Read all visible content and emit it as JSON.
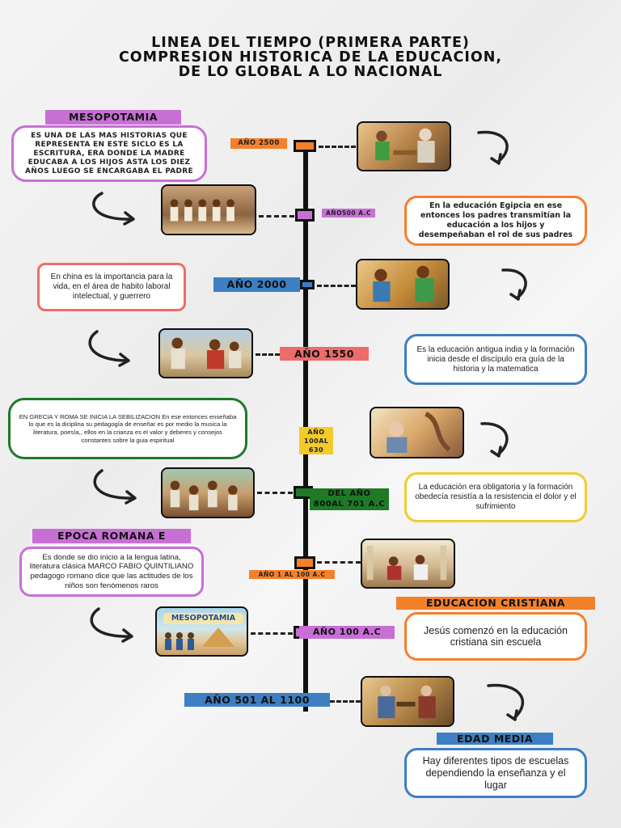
{
  "title": {
    "line1": "LINEA DEL TIEMPO (PRIMERA PARTE)",
    "line2": "COMPRESION HISTORICA DE LA EDUCACION,",
    "line3": "DE LO GLOBAL A LO NACIONAL"
  },
  "headers": {
    "mesopotamia": "MESOPOTAMIA",
    "epoca_romana": "EPOCA ROMANA E",
    "educacion_cristiana": "EDUCACION CRISTIANA",
    "edad_media": "EDAD MEDIA"
  },
  "timeline": {
    "anio_2500": "AÑO 2500",
    "anio_500": "AÑO500 A.C",
    "anio_2000": "AÑO 2000",
    "anio_1550": "AÑO 1550",
    "anio_100al630": "AÑO 100AL 630",
    "del_anio_800": "DEL AÑO 800AL 701 A.C",
    "anio_1_al_100": "AÑO 1 AL 100 A.C",
    "anio_100ac": "AÑO 100 A.C",
    "anio_501": "AÑO 501 AL 1100"
  },
  "boxes": {
    "mesopotamia_text": "ES UNA DE LAS MAS HISTORIAS QUE REPRESENTA EN ESTE SICLO ES LA ESCRITURA, ERA DONDE LA MADRE EDUCABA A LOS HIJOS ASTA LOS DIEZ AÑOS LUEGO SE ENCARGABA EL PADRE",
    "egipcia_text": "En la educación Egipcia en ese entonces los padres transmitían la educación a los hijos y desempeñaban el rol de sus padres",
    "china_text": "En china es la importancia para la vida, en el área de habito laboral intelectual, y guerrero",
    "india_text": "Es la educación antigua india y la formación inicia desde el discípulo era guía de la historia y la matematica",
    "grecia_text": "EN GRECIA Y ROMA SE INICIA LA SEBILIZACION En ese entonces enseñaba lo que es la diciplina su pedagogía de enseñar es por medio la musica la literatura, poesía,, ellos en la crianza es el valor y deberes y consejos constantes sobre la guia espiritual",
    "obligatoria_text": "La educación era obligatoria y la formación obedecía resistía a la resistencia el dolor y el sufrimiento",
    "romana_text": "Es donde se dio inicio a la lengua latina, literatura clásica MARCO FABIO QUINTILIANO pedagogo romano dice que las actitudes de los niños son fenómenos raros",
    "cristiana_text": "Jesús comenzó en la educación cristiana sin escuela",
    "media_text": "Hay diferentes tipos de escuelas dependiendo la enseñanza y el lugar"
  },
  "image_caption": "MESOPOTAMIA",
  "colors": {
    "purple": "#c86fd6",
    "orange": "#f5802a",
    "red": "#ee6b6b",
    "blue": "#3d7fc2",
    "green": "#1e7a27",
    "yellow": "#f2cc2b"
  }
}
